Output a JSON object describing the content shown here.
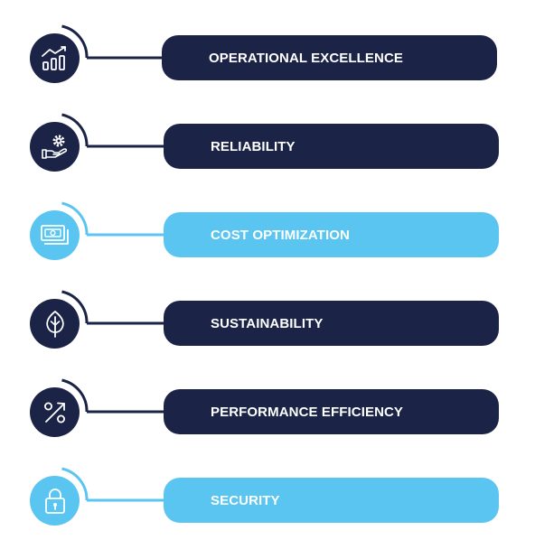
{
  "colors": {
    "navy": "#1b2447",
    "light_blue": "#5bc5f2",
    "white": "#ffffff"
  },
  "pillars": [
    {
      "label": "OPERATIONAL EXCELLENCE",
      "icon": "bar-chart-trend-icon",
      "theme": "navy"
    },
    {
      "label": "RELIABILITY",
      "icon": "hand-gear-icon",
      "theme": "navy"
    },
    {
      "label": "COST OPTIMIZATION",
      "icon": "banknote-icon",
      "theme": "light_blue"
    },
    {
      "label": "SUSTAINABILITY",
      "icon": "leaf-icon",
      "theme": "navy"
    },
    {
      "label": "PERFORMANCE EFFICIENCY",
      "icon": "percent-arrow-icon",
      "theme": "navy"
    },
    {
      "label": "SECURITY",
      "icon": "padlock-icon",
      "theme": "light_blue"
    }
  ]
}
